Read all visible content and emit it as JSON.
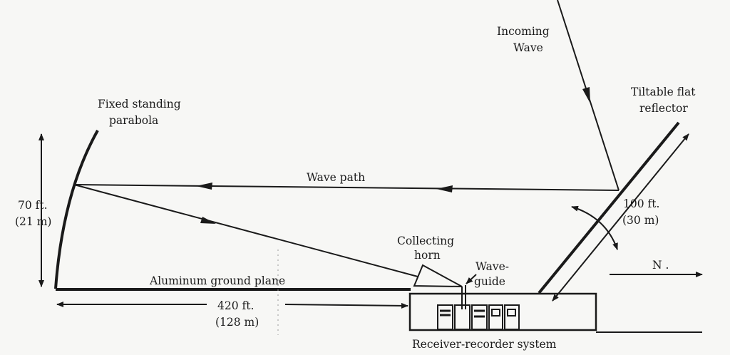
{
  "labels": {
    "incoming_wave": [
      "Incoming",
      "Wave"
    ],
    "reflector": [
      "Tiltable flat",
      "reflector"
    ],
    "parabola": [
      "Fixed standing",
      "parabola"
    ],
    "wave_path": "Wave path",
    "height": [
      "70 ft.",
      "(21 m)"
    ],
    "reflector_length": [
      "100 ft.",
      "(30 m)"
    ],
    "horn": [
      "Collecting",
      "horn"
    ],
    "waveguide": [
      "Wave-",
      "guide"
    ],
    "ground_plane": "Aluminum ground plane",
    "distance": [
      "420 ft.",
      "(128 m)"
    ],
    "north": "N .",
    "receiver": "Receiver-recorder system"
  }
}
